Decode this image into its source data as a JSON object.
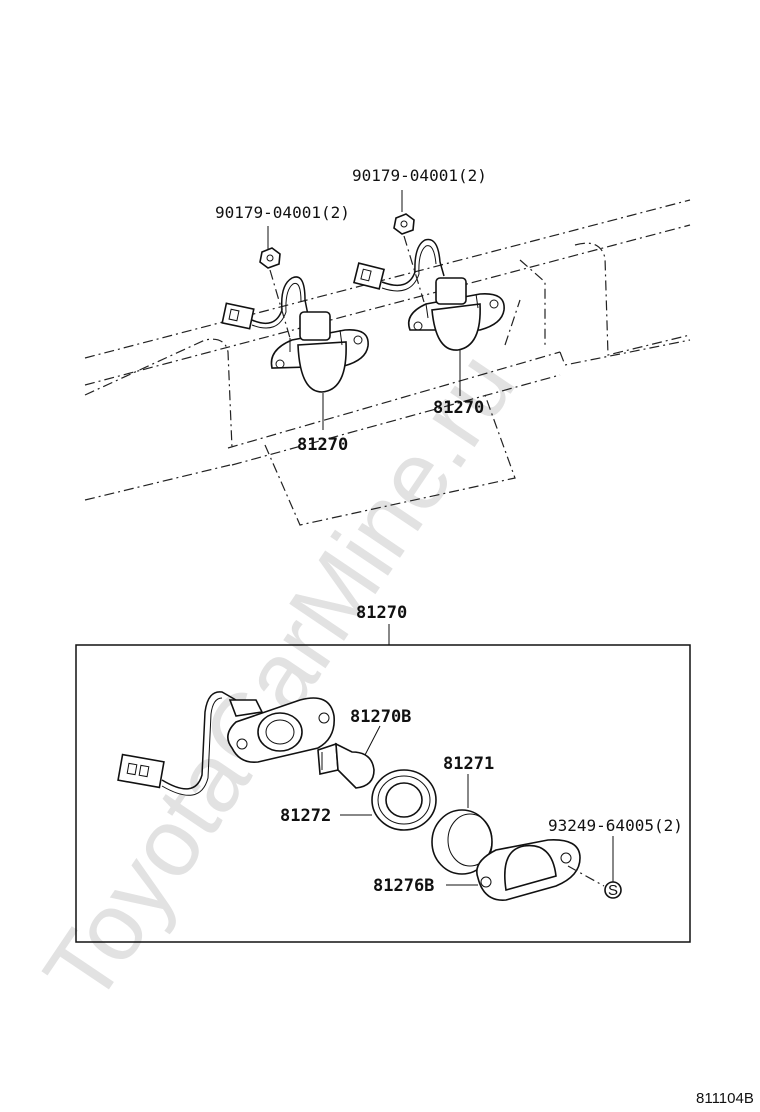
{
  "watermark": "ToyotaCarMine.ru",
  "callouts": {
    "nut_left": "90179-04001(2)",
    "nut_right": "90179-04001(2)",
    "lamp_left": "81270",
    "lamp_right": "81270",
    "assembly": "81270",
    "bulb": "81270B",
    "lens": "81271",
    "gasket": "81272",
    "housing": "81276B",
    "screw": "93249-64005(2)",
    "screw_symbol": "S"
  },
  "figure_code": "811104B"
}
